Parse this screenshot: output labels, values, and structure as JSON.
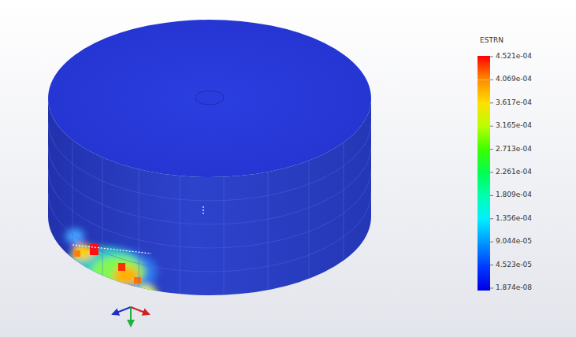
{
  "diagram": {
    "labels": [
      "ESTRN"
    ],
    "legend": [
      {
        "text": "4.521e-04",
        "color": "#ff0000"
      },
      {
        "text": "4.069e-04",
        "color": "#ff8c00"
      },
      {
        "text": "3.617e-04",
        "color": "#ffe000"
      },
      {
        "text": "3.165e-04",
        "color": "#b8ff00"
      },
      {
        "text": "2.713e-04",
        "color": "#3cff00"
      },
      {
        "text": "2.261e-04",
        "color": "#00ff50"
      },
      {
        "text": "1.809e-04",
        "color": "#00ffb0"
      },
      {
        "text": "1.356e-04",
        "color": "#00f0ff"
      },
      {
        "text": "9.044e-05",
        "color": "#0098ff"
      },
      {
        "text": "4.523e-05",
        "color": "#0040ff"
      },
      {
        "text": "1.874e-08",
        "color": "#0000e8"
      }
    ]
  }
}
